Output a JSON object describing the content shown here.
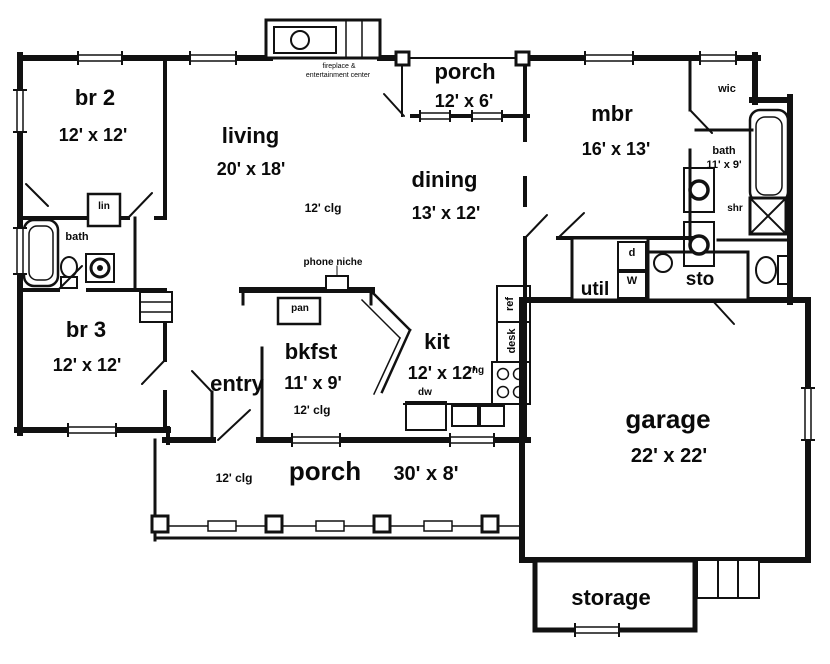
{
  "rooms": {
    "br2": {
      "name": "br 2",
      "dims": "12' x 12'"
    },
    "living": {
      "name": "living",
      "dims": "20' x 18'",
      "clg": "12' clg"
    },
    "porch_top": {
      "name": "porch",
      "dims": "12' x 6'"
    },
    "mbr": {
      "name": "mbr",
      "dims": "16' x 13'"
    },
    "wic": {
      "name": "wic"
    },
    "bath_right": {
      "name": "bath",
      "dims": "11' x 9'"
    },
    "shr": {
      "name": "shr"
    },
    "dining": {
      "name": "dining",
      "dims": "13' x 12'"
    },
    "bath_left": {
      "name": "bath"
    },
    "lin": {
      "name": "lin"
    },
    "br3": {
      "name": "br 3",
      "dims": "12' x 12'"
    },
    "entry": {
      "name": "entry"
    },
    "bkfst": {
      "name": "bkfst",
      "dims": "11' x 9'",
      "clg": "12' clg"
    },
    "kit": {
      "name": "kit",
      "dims": "12' x 12'"
    },
    "util": {
      "name": "util"
    },
    "sto": {
      "name": "sto"
    },
    "garage": {
      "name": "garage",
      "dims": "22' x 22'"
    },
    "porch_bottom": {
      "name": "porch",
      "dims": "30' x 8'",
      "clg": "12' clg"
    },
    "storage": {
      "name": "storage"
    }
  },
  "annotations": {
    "fireplace_line1": "fireplace &",
    "fireplace_line2": "entertainment center",
    "phone_niche": "phone niche",
    "pan": "pan",
    "ref": "ref",
    "desk": "desk",
    "rng": "rng",
    "dw": "dw",
    "dryer": "d",
    "washer": "W"
  },
  "colors": {
    "wall": "#111111",
    "background": "#ffffff"
  }
}
